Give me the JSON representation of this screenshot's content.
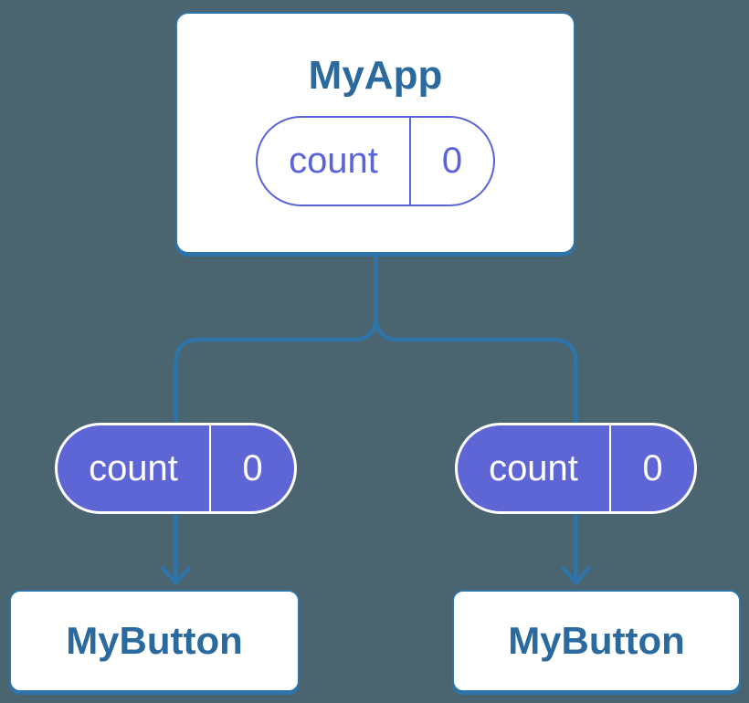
{
  "colors": {
    "bg": "#4a6570",
    "accent_blue": "#2e74a8",
    "heading_blue": "#2b6a9f",
    "purple": "#5a63d8",
    "purple_fill": "#5e66d6",
    "card_bg": "#ffffff"
  },
  "tree": {
    "root": {
      "title": "MyApp",
      "state": {
        "label": "count",
        "value": "0"
      }
    },
    "children": [
      {
        "title": "MyButton",
        "state": {
          "label": "count",
          "value": "0"
        }
      },
      {
        "title": "MyButton",
        "state": {
          "label": "count",
          "value": "0"
        }
      }
    ]
  }
}
